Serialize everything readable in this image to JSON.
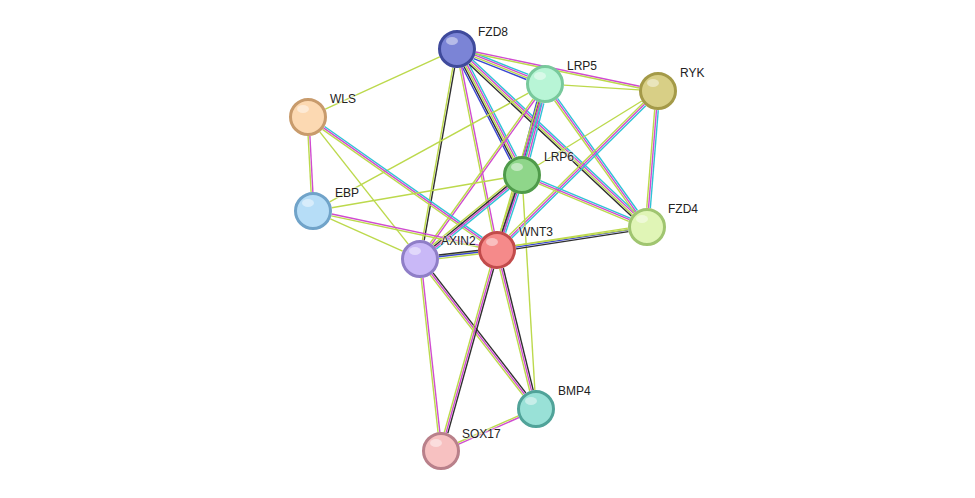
{
  "diagram": {
    "nodes": [
      {
        "text": [
          "FZD8"
        ]
      },
      {
        "text": [
          "LRP5"
        ]
      },
      {
        "text": [
          "RYK"
        ]
      },
      {
        "text": [
          "WLS"
        ]
      },
      {
        "text": [
          "LRP6"
        ]
      },
      {
        "text": [
          "EBP"
        ]
      },
      {
        "text": [
          "FZD4"
        ]
      },
      {
        "text": [
          "AXIN2"
        ]
      },
      {
        "text": [
          "WNT3"
        ]
      },
      {
        "text": [
          "BMP4"
        ]
      },
      {
        "text": [
          "SOX17"
        ]
      }
    ],
    "edges": [
      {
        "from": 0,
        "to": 3,
        "arrow": "none"
      },
      {
        "from": 0,
        "to": 1,
        "arrow": "none"
      },
      {
        "from": 0,
        "to": 2,
        "arrow": "none"
      },
      {
        "from": 0,
        "to": 4,
        "arrow": "none"
      },
      {
        "from": 0,
        "to": 6,
        "arrow": "none"
      },
      {
        "from": 0,
        "to": 7,
        "arrow": "none"
      },
      {
        "from": 0,
        "to": 8,
        "arrow": "none"
      },
      {
        "from": 1,
        "to": 2,
        "arrow": "none"
      },
      {
        "from": 1,
        "to": 4,
        "arrow": "none"
      },
      {
        "from": 1,
        "to": 6,
        "arrow": "none"
      },
      {
        "from": 1,
        "to": 7,
        "arrow": "none"
      },
      {
        "from": 1,
        "to": 8,
        "arrow": "none"
      },
      {
        "from": 1,
        "to": 5,
        "arrow": "none"
      },
      {
        "from": 2,
        "to": 4,
        "arrow": "none"
      },
      {
        "from": 2,
        "to": 6,
        "arrow": "none"
      },
      {
        "from": 2,
        "to": 8,
        "arrow": "none"
      },
      {
        "from": 3,
        "to": 5,
        "arrow": "none"
      },
      {
        "from": 3,
        "to": 8,
        "arrow": "none"
      },
      {
        "from": 3,
        "to": 7,
        "arrow": "none"
      },
      {
        "from": 4,
        "to": 5,
        "arrow": "none"
      },
      {
        "from": 4,
        "to": 6,
        "arrow": "none"
      },
      {
        "from": 4,
        "to": 7,
        "arrow": "none"
      },
      {
        "from": 4,
        "to": 8,
        "arrow": "none"
      },
      {
        "from": 4,
        "to": 9,
        "arrow": "none"
      },
      {
        "from": 5,
        "to": 8,
        "arrow": "none"
      },
      {
        "from": 5,
        "to": 7,
        "arrow": "none"
      },
      {
        "from": 6,
        "to": 8,
        "arrow": "none"
      },
      {
        "from": 6,
        "to": 7,
        "arrow": "none"
      },
      {
        "from": 7,
        "to": 8,
        "arrow": "none"
      },
      {
        "from": 7,
        "to": 9,
        "arrow": "none"
      },
      {
        "from": 7,
        "to": 10,
        "arrow": "none"
      },
      {
        "from": 8,
        "to": 9,
        "arrow": "none"
      },
      {
        "from": 8,
        "to": 10,
        "arrow": "none"
      },
      {
        "from": 9,
        "to": 10,
        "arrow": "none"
      }
    ]
  }
}
